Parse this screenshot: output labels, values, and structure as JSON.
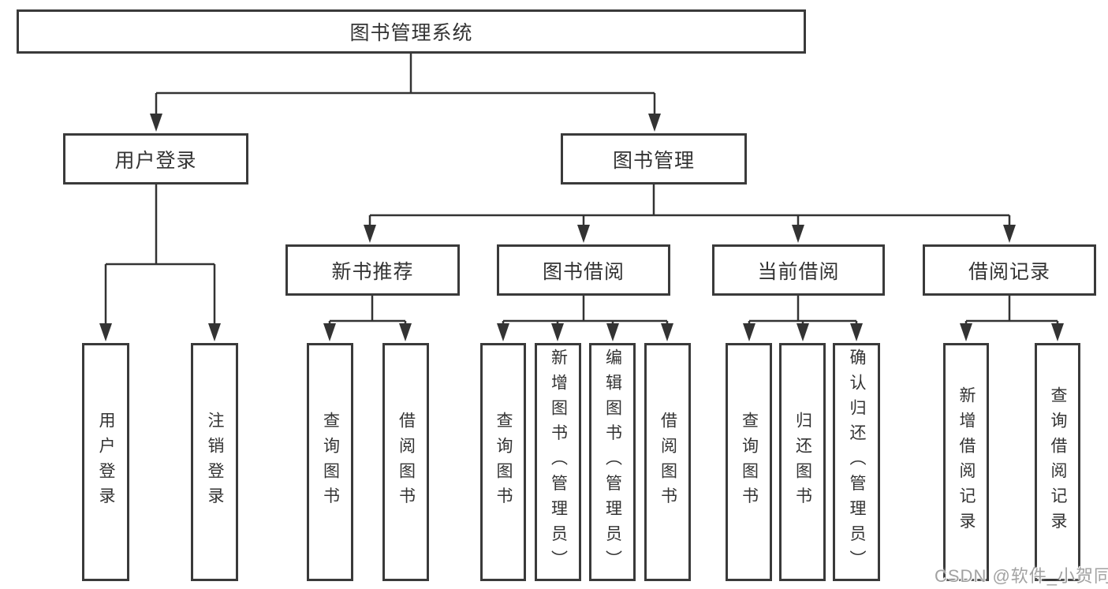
{
  "tree": {
    "root": "图书管理系统",
    "branches": [
      {
        "label": "用户登录",
        "leaves": [
          "用户登录",
          "注销登录"
        ]
      },
      {
        "label": "图书管理",
        "groups": [
          {
            "label": "新书推荐",
            "leaves": [
              "查询图书",
              "借阅图书"
            ]
          },
          {
            "label": "图书借阅",
            "leaves": [
              "查询图书",
              "新增图书（管理员）",
              "编辑图书（管理员）",
              "借阅图书"
            ]
          },
          {
            "label": "当前借阅",
            "leaves": [
              "查询图书",
              "归还图书",
              "确认归还（管理员）"
            ]
          },
          {
            "label": "借阅记录",
            "leaves": [
              "新增借阅记录",
              "查询借阅记录"
            ]
          }
        ]
      }
    ]
  },
  "watermark": {
    "text": "CSDN @软件_小贺同学"
  },
  "colors": {
    "line": "#333333",
    "box_border": "#3a3a3a",
    "text": "#333333",
    "watermark": "#a2a2a2"
  }
}
